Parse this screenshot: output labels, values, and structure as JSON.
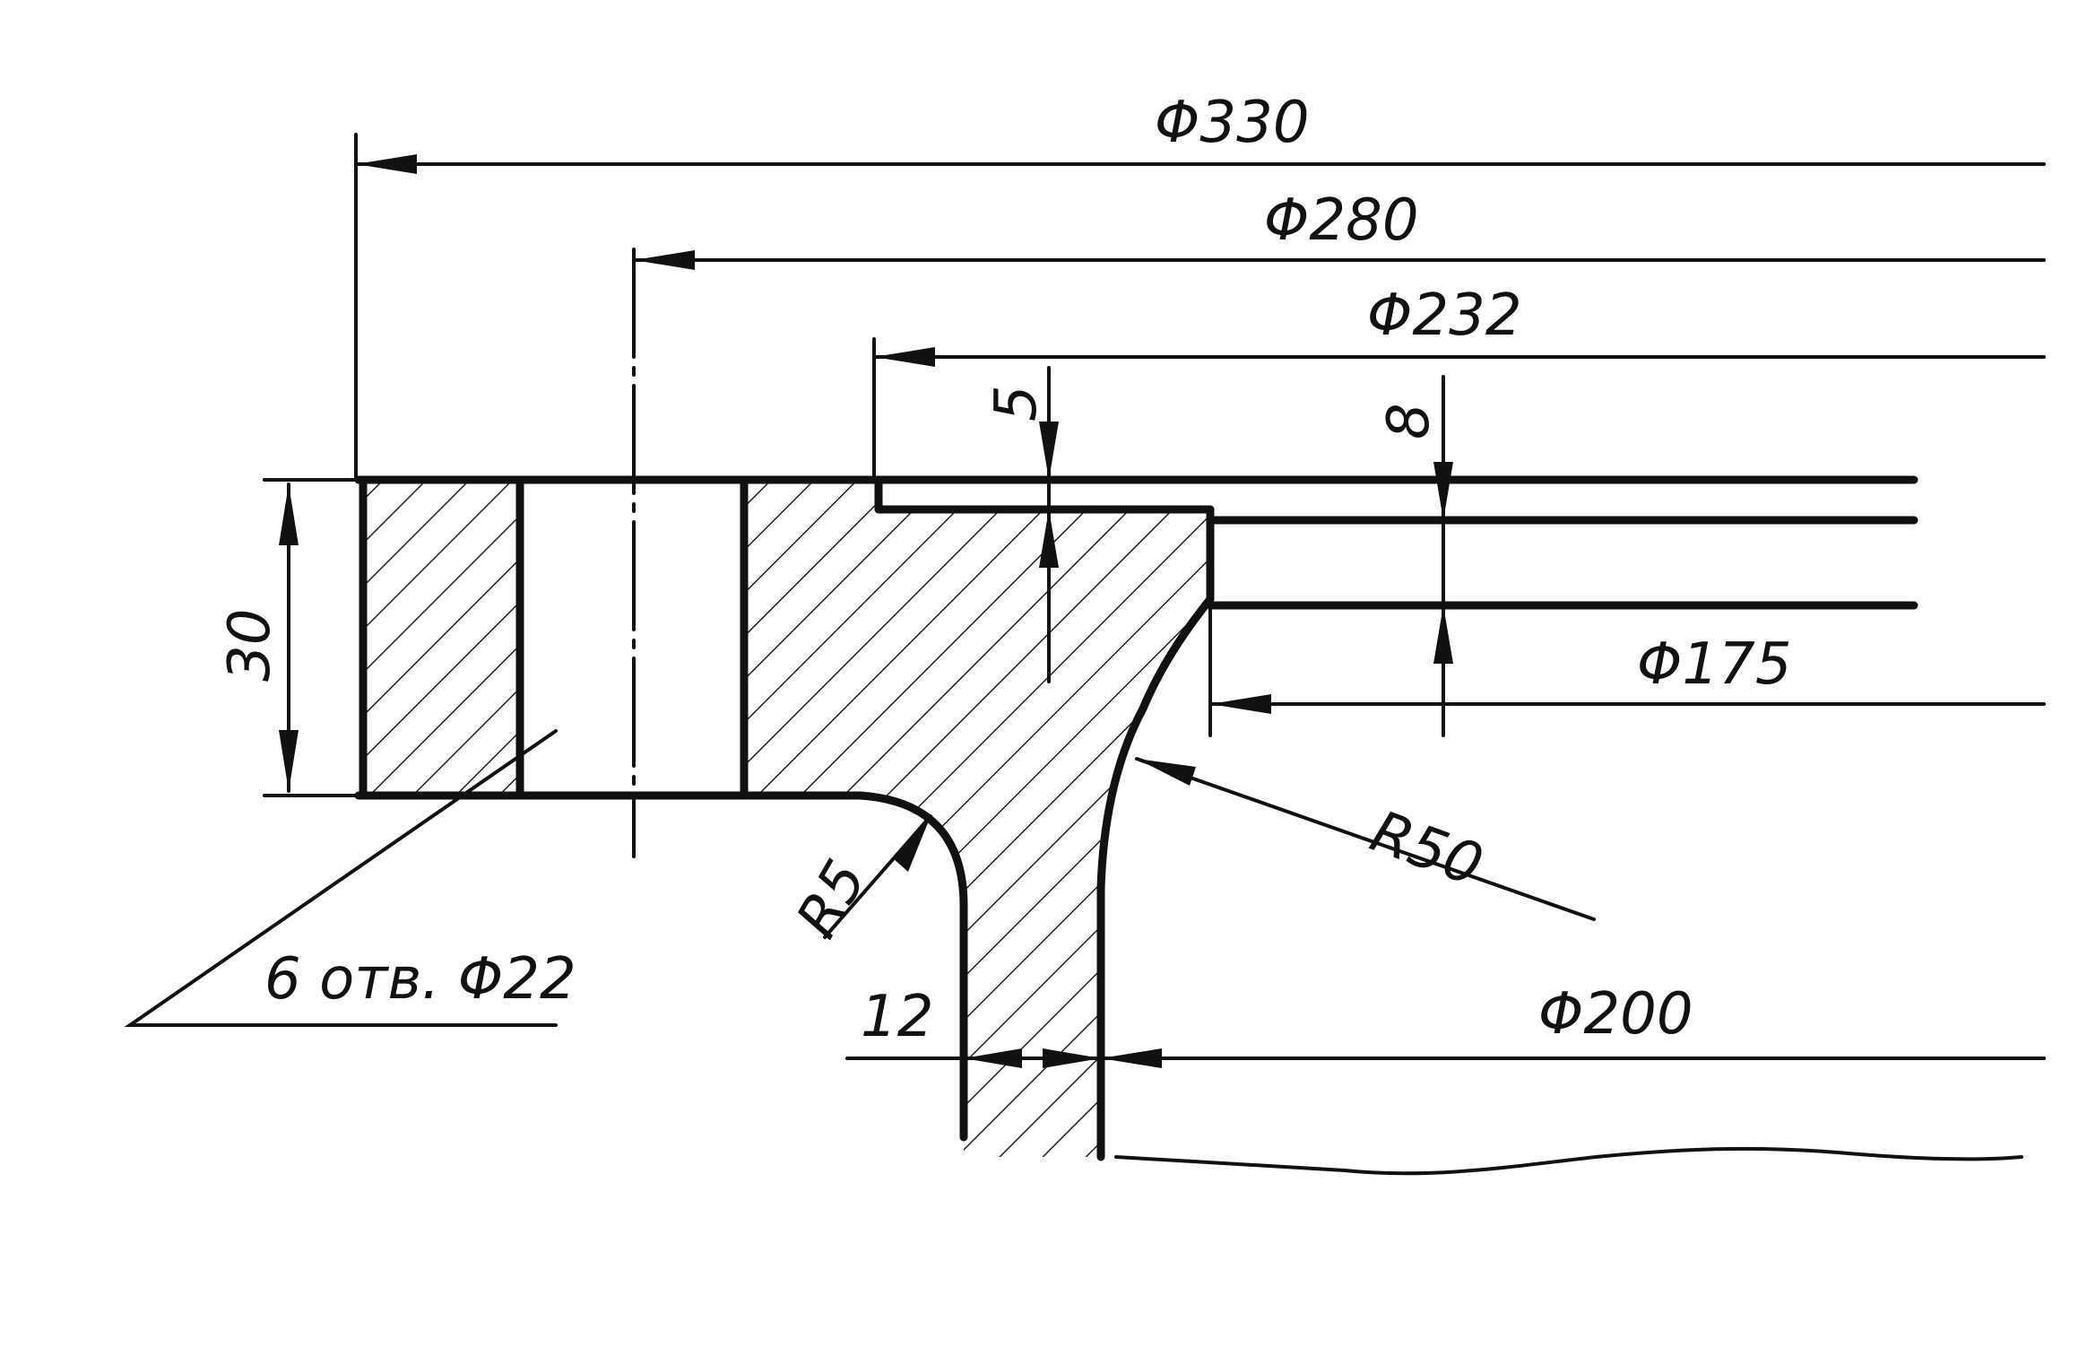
{
  "labels": {
    "d330": "Φ330",
    "d280": "Φ280",
    "d232": "Φ232",
    "d175": "Φ175",
    "d200": "Φ200",
    "h30": "30",
    "s5": "5",
    "s8": "8",
    "r50": "R50",
    "r5": "R5",
    "w12": "12",
    "holes": "6 отв. Φ22"
  },
  "colors": {
    "ink": "#111111",
    "paper": "#ffffff"
  }
}
